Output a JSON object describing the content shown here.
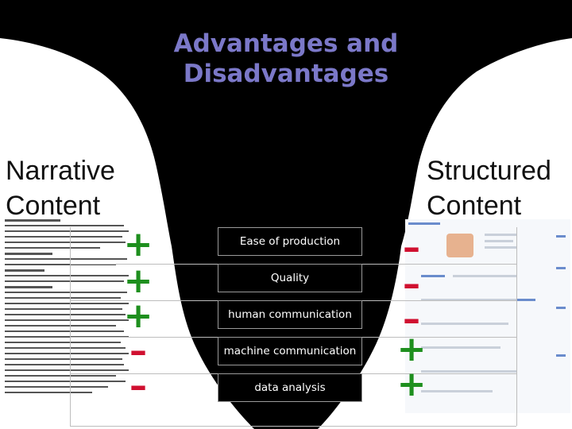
{
  "title_line1": "Advantages and",
  "title_line2": "Disadvantages",
  "left_heading_line1": "Narrative",
  "left_heading_line2": "Content",
  "right_heading_line1": "Structured",
  "right_heading_line2": "Content",
  "rows": [
    {
      "label": "Ease of production",
      "narrative": "+",
      "structured": "–"
    },
    {
      "label": "Quality",
      "narrative": "+",
      "structured": "–"
    },
    {
      "label": "human communication",
      "narrative": "+",
      "structured": "–"
    },
    {
      "label": "machine communication",
      "narrative": "–",
      "structured": "+"
    },
    {
      "label": "data analysis",
      "narrative": "–",
      "structured": "+"
    }
  ],
  "colors": {
    "plus": "#1e8f1e",
    "minus": "#d01030",
    "title": "#7b78c8"
  }
}
